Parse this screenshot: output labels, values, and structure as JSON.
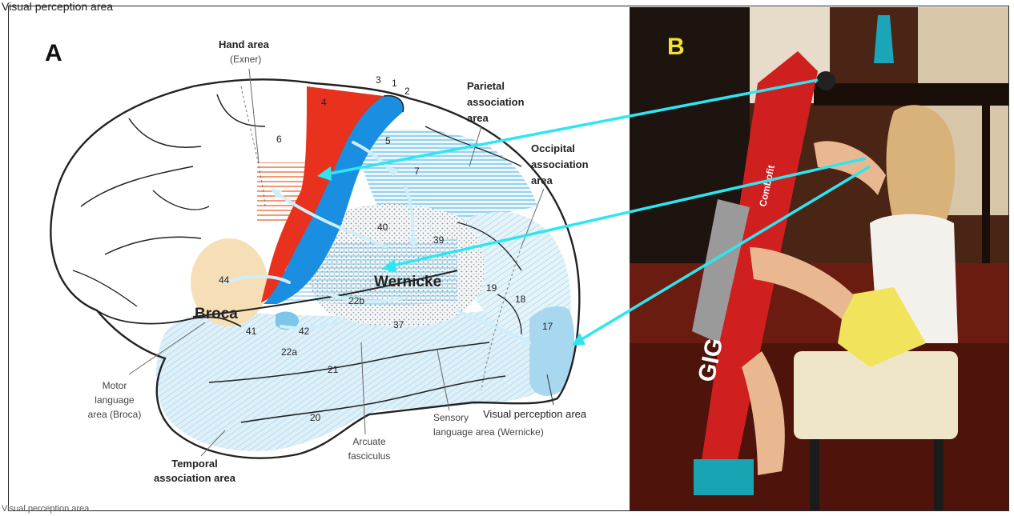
{
  "header": {
    "title": "Visual perception area"
  },
  "footer": {
    "title": "Visual perception area"
  },
  "panels": {
    "a": "A",
    "b": "B"
  },
  "labels": {
    "hand_area": "Hand area",
    "exner": "(Exner)",
    "parietal_1": "Parietal",
    "parietal_2": "association",
    "parietal_3": "area",
    "occipital_1": "Occipital",
    "occipital_2": "association",
    "occipital_3": "area",
    "wernicke": "Wernicke",
    "broca": "Broca",
    "motor_1": "Motor",
    "motor_2": "language",
    "motor_3": "area (Broca)",
    "temporal_1": "Temporal",
    "temporal_2": "association area",
    "arcuate_1": "Arcuate",
    "arcuate_2": "fasciculus",
    "sensory_1": "Sensory",
    "sensory_2": "language area (Wernicke)",
    "visual": "Visual perception area",
    "exercise_brand": "GIG",
    "exercise_brand2": "Combofit"
  },
  "areas": {
    "n4": "4",
    "n3": "3",
    "n1": "1",
    "n2": "2",
    "n6": "6",
    "n5": "5",
    "n7": "7",
    "n40": "40",
    "n39": "39",
    "n44": "44",
    "n41": "41",
    "n42": "42",
    "n22b": "22b",
    "n22a": "22a",
    "n37": "37",
    "n21": "21",
    "n20": "20",
    "n19": "19",
    "n18": "18",
    "n17": "17"
  },
  "colors": {
    "motor": "#e8321e",
    "sensory": "#1b8fe0",
    "association": "#d8ecf6",
    "broca": "#f5deb3",
    "hatch": "#7fc8ea",
    "arrow": "#2ee0f0",
    "frame_b_bg": "#3a1208"
  }
}
